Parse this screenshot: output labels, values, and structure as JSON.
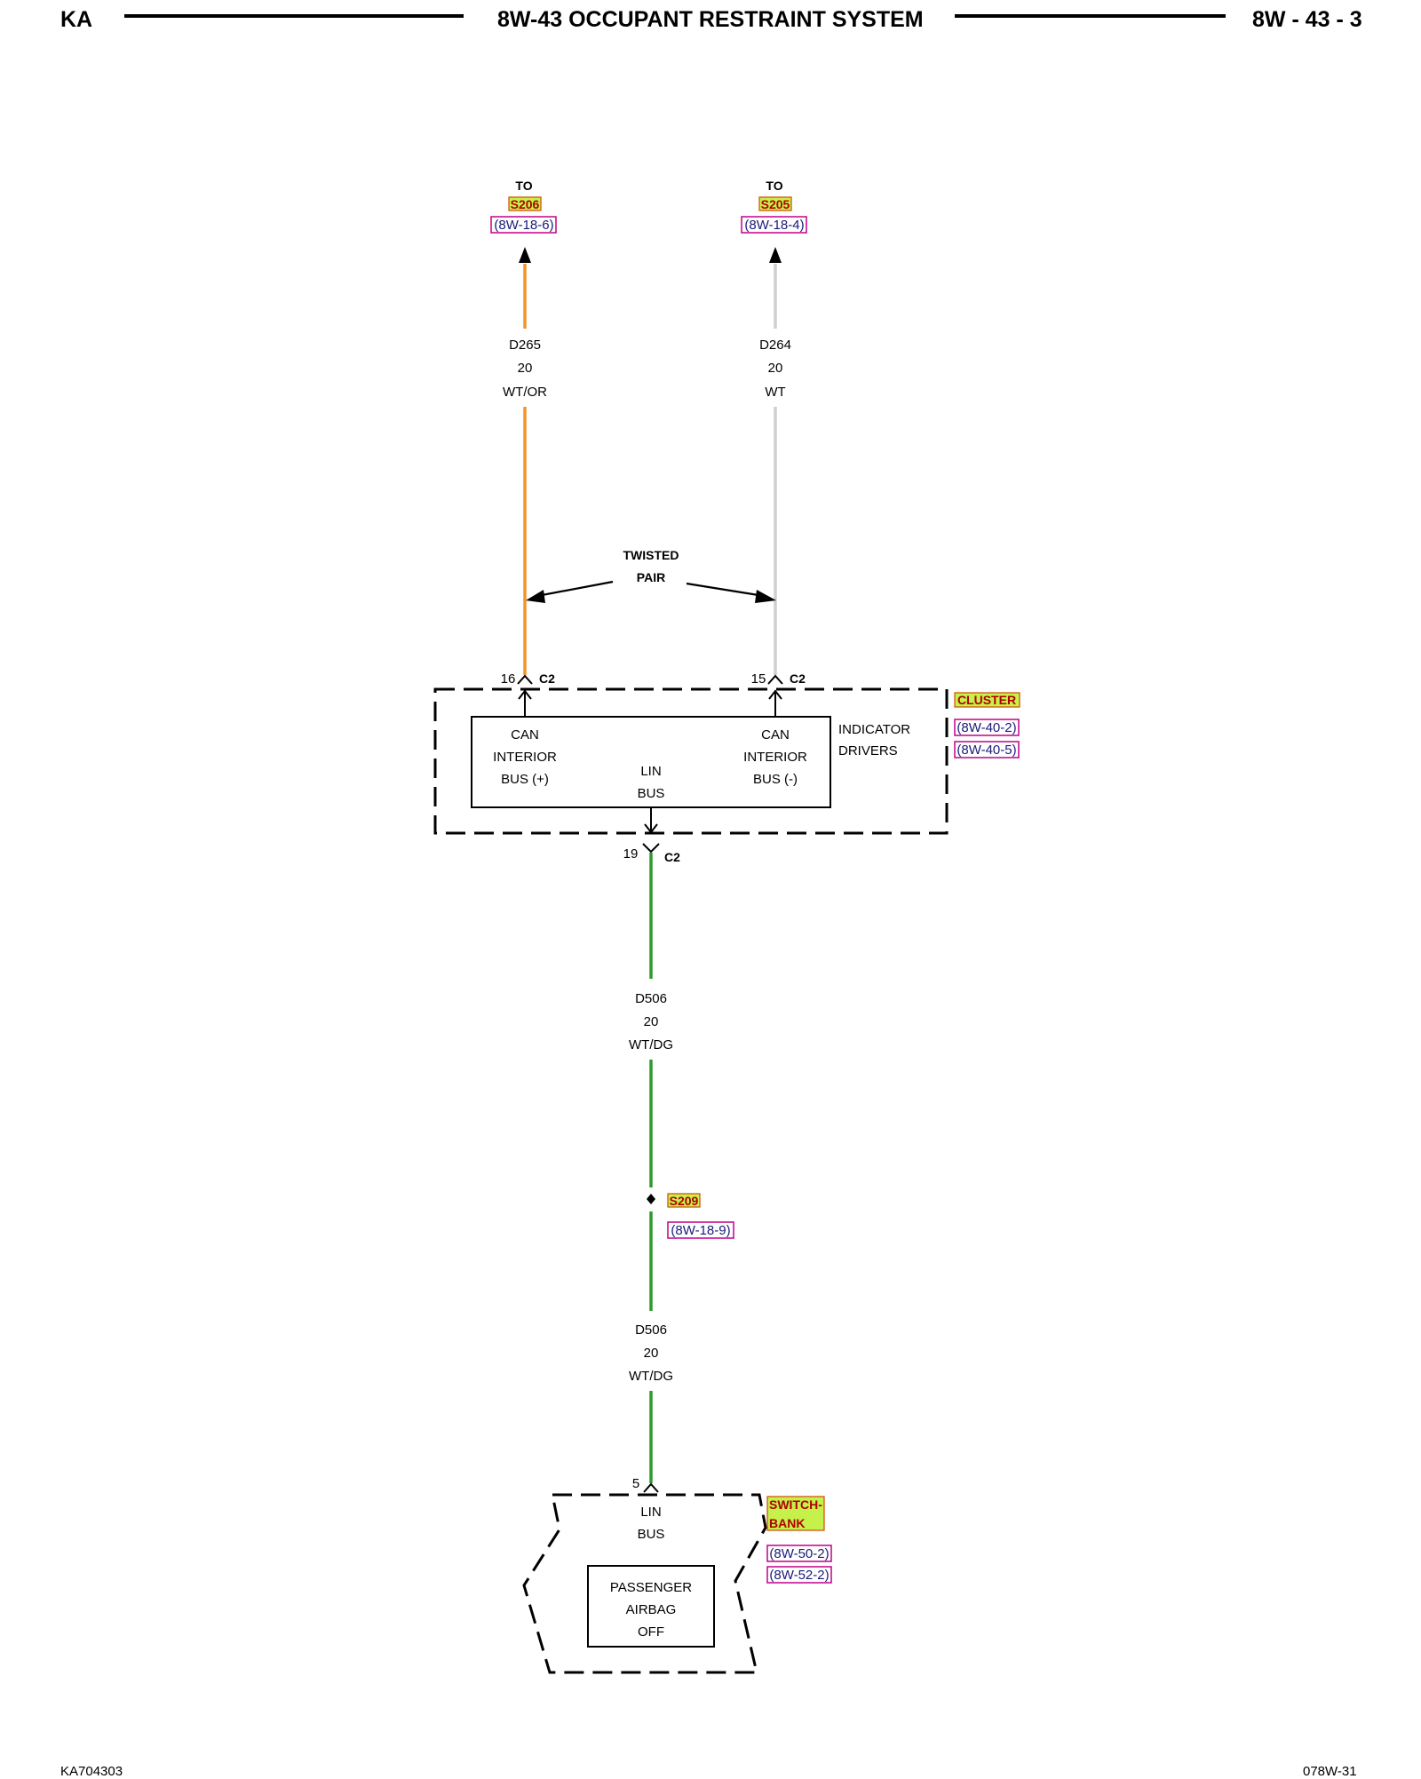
{
  "header": {
    "left": "KA",
    "title": "8W-43 OCCUPANT RESTRAINT SYSTEM",
    "right": "8W - 43 - 3"
  },
  "footer": {
    "left": "KA704303",
    "right": "078W-31"
  },
  "colors": {
    "wire_wt_or": "#f0962a",
    "wire_wt": "#cfcfcf",
    "wire_wt_dg": "#2e9a2e",
    "splice_tag_bg": "#c6f04a",
    "splice_tag_border": "#d04a00",
    "ref_border": "#c0008a",
    "ref_text": "#1a1a7a"
  },
  "diagram": {
    "to_left": {
      "to": "TO",
      "splice": "S206",
      "ref": "(8W-18-6)"
    },
    "to_right": {
      "to": "TO",
      "splice": "S205",
      "ref": "(8W-18-4)"
    },
    "wire_d265": {
      "circuit": "D265",
      "gauge": "20",
      "color": "WT/OR"
    },
    "wire_d264": {
      "circuit": "D264",
      "gauge": "20",
      "color": "WT"
    },
    "twisted_pair": {
      "line1": "TWISTED",
      "line2": "PAIR"
    },
    "cluster": {
      "pin_left": "16",
      "conn_left": "C2",
      "pin_right": "15",
      "conn_right": "C2",
      "can_plus": [
        "CAN",
        "INTERIOR",
        "BUS (+)"
      ],
      "can_minus": [
        "CAN",
        "INTERIOR",
        "BUS (-)"
      ],
      "lin_bus": [
        "LIN",
        "BUS"
      ],
      "indicator": [
        "INDICATOR",
        "DRIVERS"
      ],
      "name": "CLUSTER",
      "refs": [
        "(8W-40-2)",
        "(8W-40-5)"
      ],
      "pin_bottom": "19",
      "conn_bottom": "C2"
    },
    "wire_d506_upper": {
      "circuit": "D506",
      "gauge": "20",
      "color": "WT/DG"
    },
    "splice_s209": {
      "name": "S209",
      "ref": "(8W-18-9)"
    },
    "wire_d506_lower": {
      "circuit": "D506",
      "gauge": "20",
      "color": "WT/DG"
    },
    "switch_bank": {
      "pin": "5",
      "lin_bus": [
        "LIN",
        "BUS"
      ],
      "name_line1": "SWITCH-",
      "name_line2": "BANK",
      "refs": [
        "(8W-50-2)",
        "(8W-52-2)"
      ],
      "airbag": [
        "PASSENGER",
        "AIRBAG",
        "OFF"
      ]
    }
  }
}
